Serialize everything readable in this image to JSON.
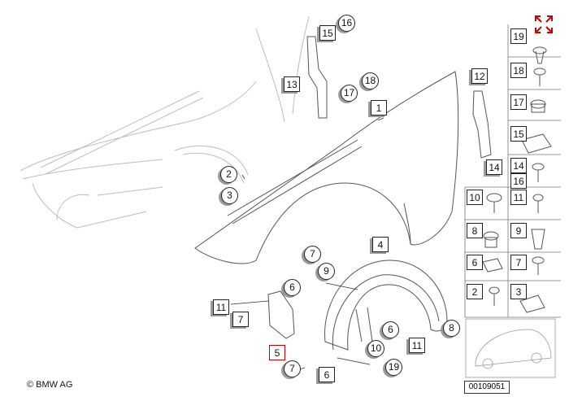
{
  "copyright": "© BMW AG",
  "diagram_number": "00109051",
  "accent_color": "#cc0000",
  "callouts": [
    {
      "id": "c16a",
      "text": "16",
      "shape": "circle"
    },
    {
      "id": "c15a",
      "text": "15",
      "shape": "box"
    },
    {
      "id": "c13",
      "text": "13",
      "shape": "box"
    },
    {
      "id": "c18a",
      "text": "18",
      "shape": "circle"
    },
    {
      "id": "c17a",
      "text": "17",
      "shape": "circle"
    },
    {
      "id": "c1",
      "text": "1",
      "shape": "box"
    },
    {
      "id": "c12",
      "text": "12",
      "shape": "box"
    },
    {
      "id": "c14a",
      "text": "14",
      "shape": "box"
    },
    {
      "id": "c2",
      "text": "2",
      "shape": "circle"
    },
    {
      "id": "c3",
      "text": "3",
      "shape": "circle"
    },
    {
      "id": "c4",
      "text": "4",
      "shape": "box"
    },
    {
      "id": "c7a",
      "text": "7",
      "shape": "circle"
    },
    {
      "id": "c9a",
      "text": "9",
      "shape": "circle"
    },
    {
      "id": "c6a",
      "text": "6",
      "shape": "circle"
    },
    {
      "id": "c11a",
      "text": "11",
      "shape": "box"
    },
    {
      "id": "c7b",
      "text": "7",
      "shape": "box"
    },
    {
      "id": "c5",
      "text": "5",
      "shape": "box"
    },
    {
      "id": "c8a",
      "text": "8",
      "shape": "circle"
    },
    {
      "id": "c6b",
      "text": "6",
      "shape": "circle"
    },
    {
      "id": "c11b",
      "text": "11",
      "shape": "box"
    },
    {
      "id": "c10a",
      "text": "10",
      "shape": "circle"
    },
    {
      "id": "c7c",
      "text": "7",
      "shape": "circle"
    },
    {
      "id": "c6c",
      "text": "6",
      "shape": "box"
    },
    {
      "id": "c19a",
      "text": "19",
      "shape": "circle"
    }
  ],
  "parts_list": [
    {
      "id": "p19",
      "text": "19"
    },
    {
      "id": "p18",
      "text": "18"
    },
    {
      "id": "p17",
      "text": "17"
    },
    {
      "id": "p15",
      "text": "15"
    },
    {
      "id": "p14",
      "text": "14"
    },
    {
      "id": "p16",
      "text": "16"
    },
    {
      "id": "p10",
      "text": "10"
    },
    {
      "id": "p11",
      "text": "11"
    },
    {
      "id": "p8",
      "text": "8"
    },
    {
      "id": "p9",
      "text": "9"
    },
    {
      "id": "p6",
      "text": "6"
    },
    {
      "id": "p7",
      "text": "7"
    },
    {
      "id": "p2",
      "text": "2"
    },
    {
      "id": "p3",
      "text": "3"
    }
  ]
}
